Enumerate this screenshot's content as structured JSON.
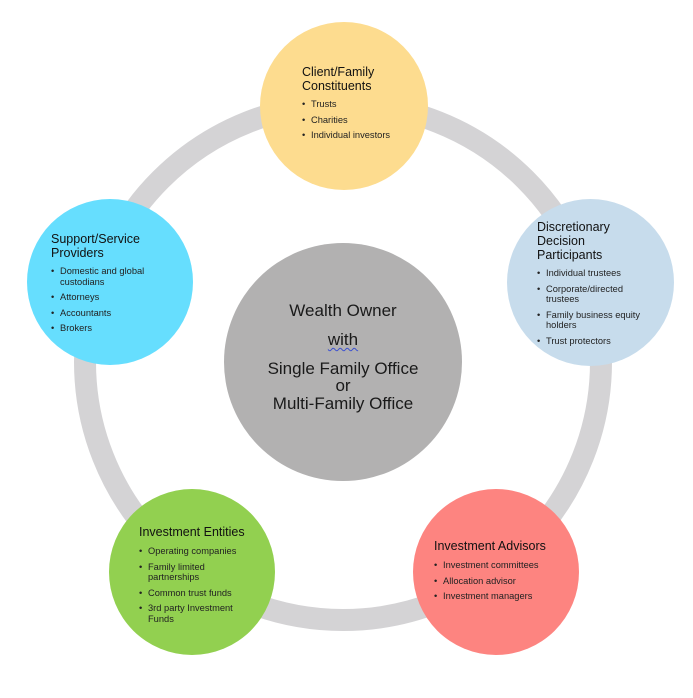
{
  "diagram": {
    "ring_color": "#d4d3d5",
    "center": {
      "lines": [
        "Wealth Owner",
        "with",
        "Single Family Office",
        "or",
        "Multi-Family Office"
      ],
      "color": "#b2b1b1"
    },
    "nodes": [
      {
        "id": "client-family-constituents",
        "title_lines": [
          "Client/Family",
          "Constituents"
        ],
        "color": "#fddc8f",
        "items": [
          "Trusts",
          "Charities",
          "Individual investors"
        ]
      },
      {
        "id": "discretionary-decision-participants",
        "title_lines": [
          "Discretionary",
          "Decision",
          "Participants"
        ],
        "color": "#c7dcec",
        "items": [
          "Individual trustees",
          "Corporate/directed trustees",
          "Family business equity holders",
          "Trust protectors"
        ]
      },
      {
        "id": "investment-advisors",
        "title_lines": [
          "Investment Advisors"
        ],
        "color": "#fd8480",
        "items": [
          "Investment committees",
          "Allocation advisor",
          "Investment managers"
        ]
      },
      {
        "id": "investment-entities",
        "title_lines": [
          "Investment Entities"
        ],
        "color": "#92d050",
        "items": [
          "Operating companies",
          "Family limited partnerships",
          "Common trust funds",
          "3rd party Investment Funds"
        ]
      },
      {
        "id": "support-service-providers",
        "title_lines": [
          "Support/Service",
          "Providers"
        ],
        "color": "#66defe",
        "items": [
          "Domestic and global custodians",
          "Attorneys",
          "Accountants",
          "Brokers"
        ]
      }
    ],
    "bullet_glyph": "•"
  }
}
